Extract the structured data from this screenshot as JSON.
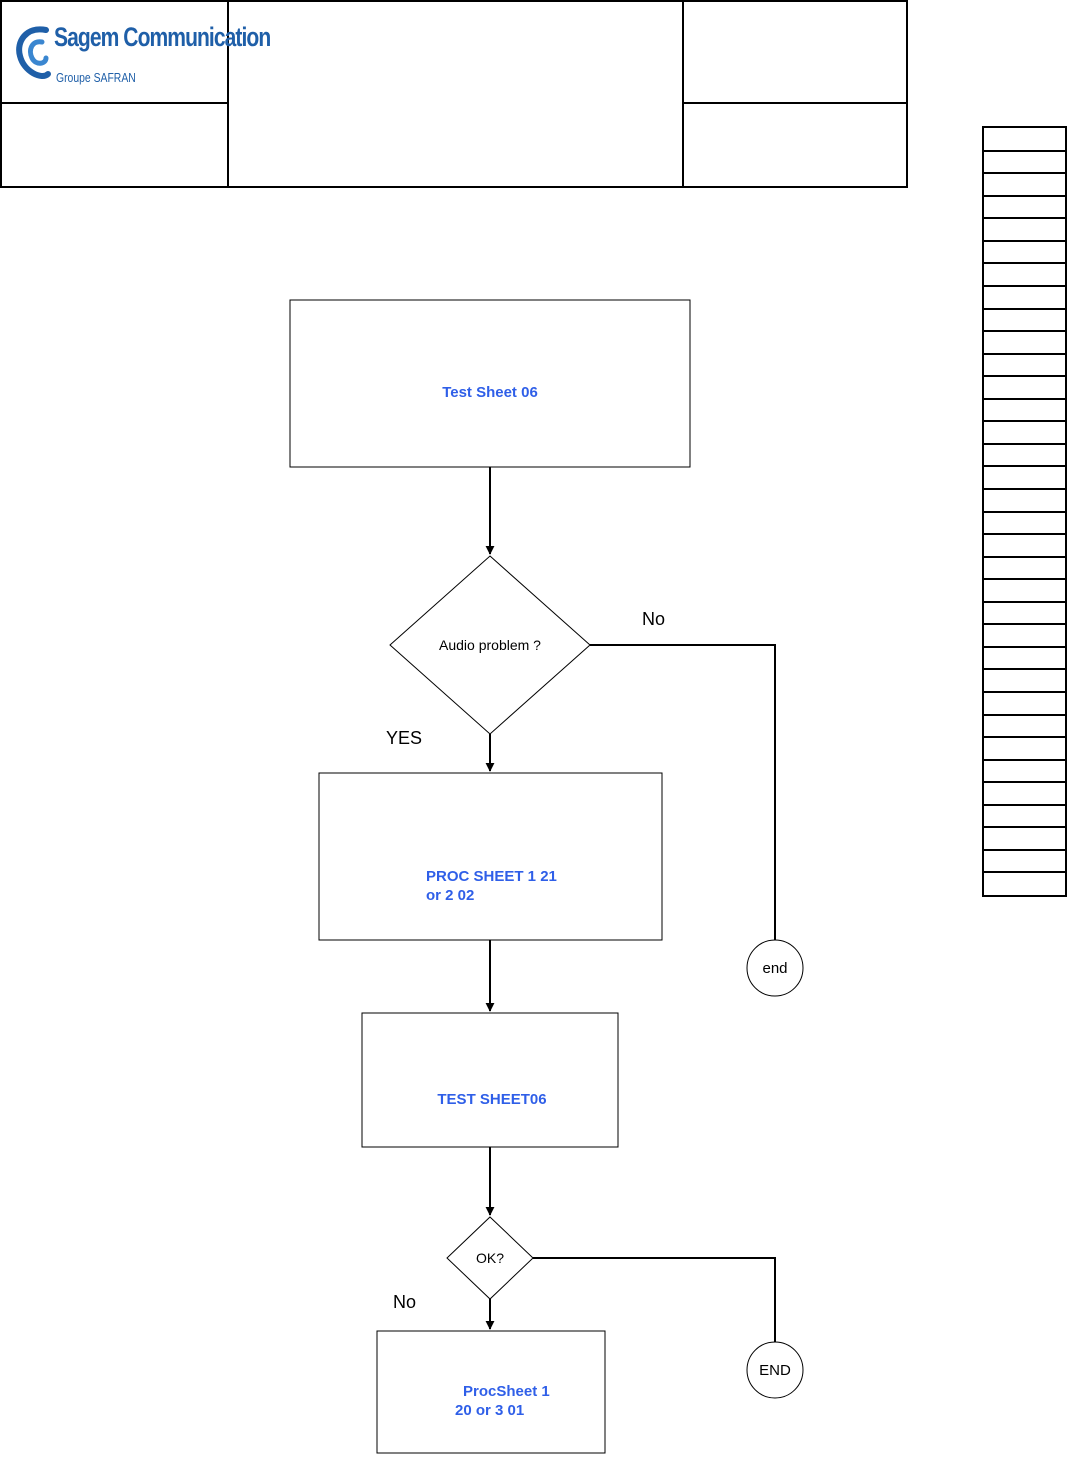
{
  "header": {
    "logo": {
      "company": "Sagem Communication",
      "group": "Groupe SAFRAN",
      "brand_color": "#1f5fa8"
    }
  },
  "flowchart": {
    "box_test_sheet": "Test Sheet 06",
    "decision_audio": "Audio problem ?",
    "label_no_1": "No",
    "label_yes": "YES",
    "box_proc_line1": "PROC SHEET 1 21",
    "box_proc_line2": "or 2 02",
    "terminal_end_lower": "end",
    "box_test_sheet_06": "TEST SHEET06",
    "decision_ok": "OK?",
    "label_no_2": "No",
    "terminal_end_upper": "END",
    "box_procsheet_line1": "ProcSheet 1",
    "box_procsheet_line2": "20 or 3 01",
    "text_color": "#2f5fe8"
  },
  "side_grid": {
    "row_count": 34
  }
}
